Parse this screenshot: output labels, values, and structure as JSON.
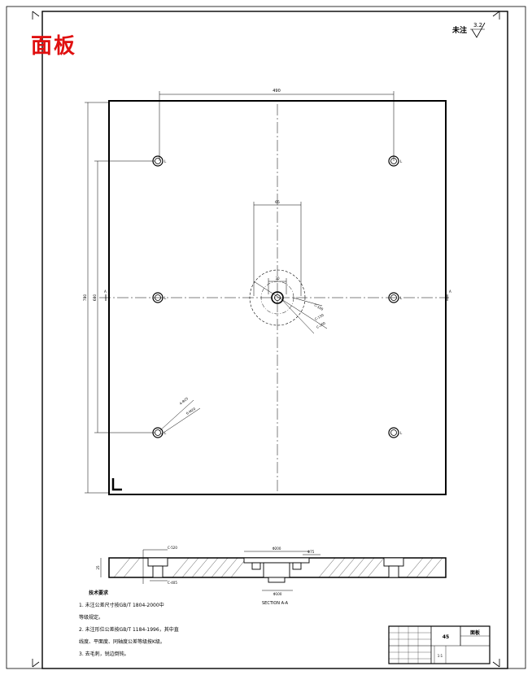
{
  "sheet": {
    "title": "面板",
    "roughness_prefix": "未注",
    "roughness_value": "3.2"
  },
  "plan_view": {
    "dim_top_width": "490",
    "dim_left_overall": "780",
    "dim_left_holes": "680",
    "dim_center_slot": "65",
    "dim_center_ring": "30",
    "ring_dims": [
      "C-100",
      "C-150",
      "C-200"
    ],
    "hole_dims": [
      "4-Φ25",
      "6-M20"
    ],
    "section_marker": "A",
    "hole_mark": "L"
  },
  "section_view": {
    "dim_left_a": "C-520",
    "dim_left_b": "C-405",
    "dim_center": "Φ200",
    "dim_center_b": "Φ100",
    "dim_right": "Φ75",
    "dim_thickness": "25",
    "label": "SECTION A-A"
  },
  "notes": {
    "heading": "技术要求",
    "items": [
      "1. 未注公差尺寸按GB/T 1804-2000中",
      "   等级规定。",
      "2. 未注形位公差按GB/T 1184-1996，其中直",
      "   线度、平面度、同轴度公差等级按K级。",
      "3. 去毛刺，锐边倒钝。"
    ]
  },
  "title_block": {
    "part_name": "面板",
    "material": "45",
    "scale": "1:1"
  }
}
